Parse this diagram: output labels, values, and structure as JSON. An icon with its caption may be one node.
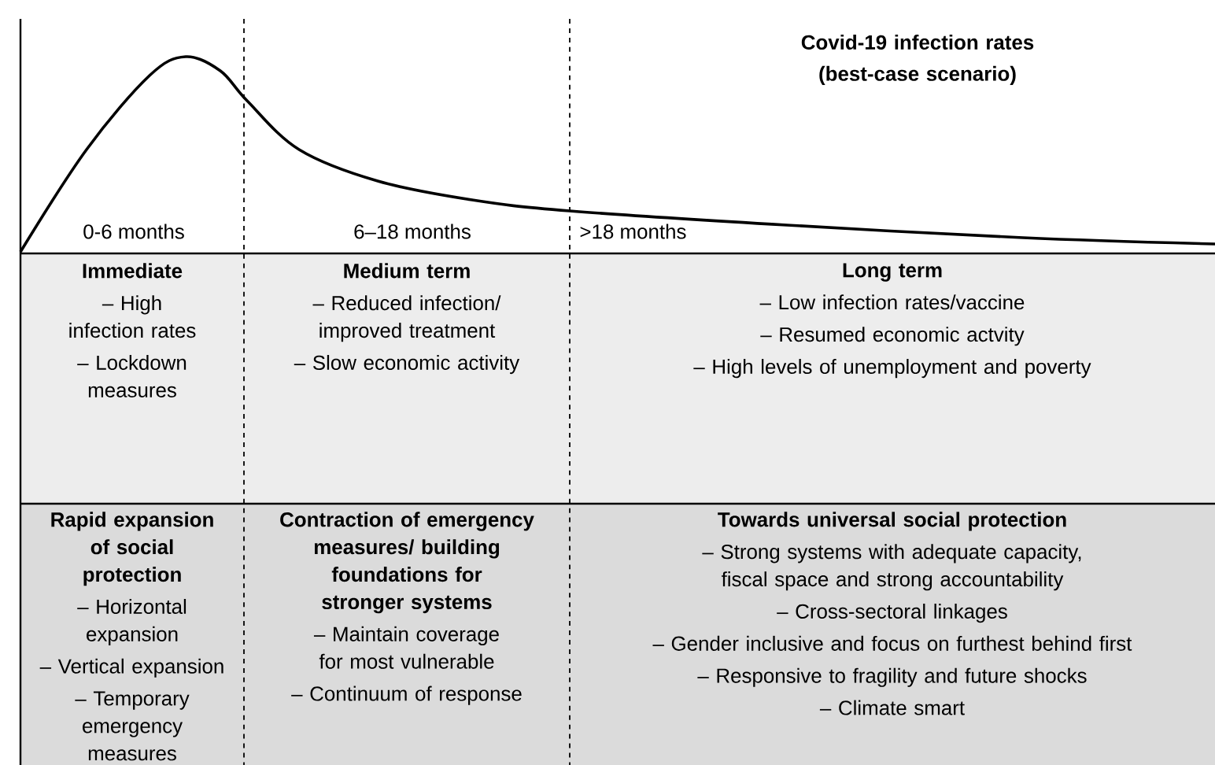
{
  "diagram": {
    "title": "Covid-19 infection rates (best-case scenario)",
    "nodes": [
      {
        "text": [
          "Immediate",
          "– High infection rates",
          "– Lockdown measures"
        ]
      },
      {
        "text": [
          "Medium term",
          "– Reduced infection/ improved treatment",
          "– Slow economic activity"
        ]
      },
      {
        "text": [
          "Long term",
          "– Low infection rates/vaccine",
          "– Resumed economic actvity",
          "– High levels of unemployment and poverty"
        ]
      },
      {
        "text": [
          "Rapid expansion of social protection",
          "– Horizontal expansion",
          "– Vertical expansion",
          "– Temporary emergency measures"
        ]
      },
      {
        "text": [
          "Contraction of emergency measures/ building foundations for stronger systems",
          "– Maintain coverage for most vulnerable",
          "– Continuum of response"
        ]
      },
      {
        "text": [
          "Towards universal social protection",
          "– Strong systems with adequate capacity, fiscal space and strong accountability",
          "– Cross-sectoral linkages",
          "– Gender inclusive and focus on furthest behind first",
          "– Responsive to fragility and future shocks",
          "– Climate smart"
        ]
      }
    ],
    "labels": [
      "0-6 months",
      "6–18 months",
      ">18 months"
    ]
  }
}
